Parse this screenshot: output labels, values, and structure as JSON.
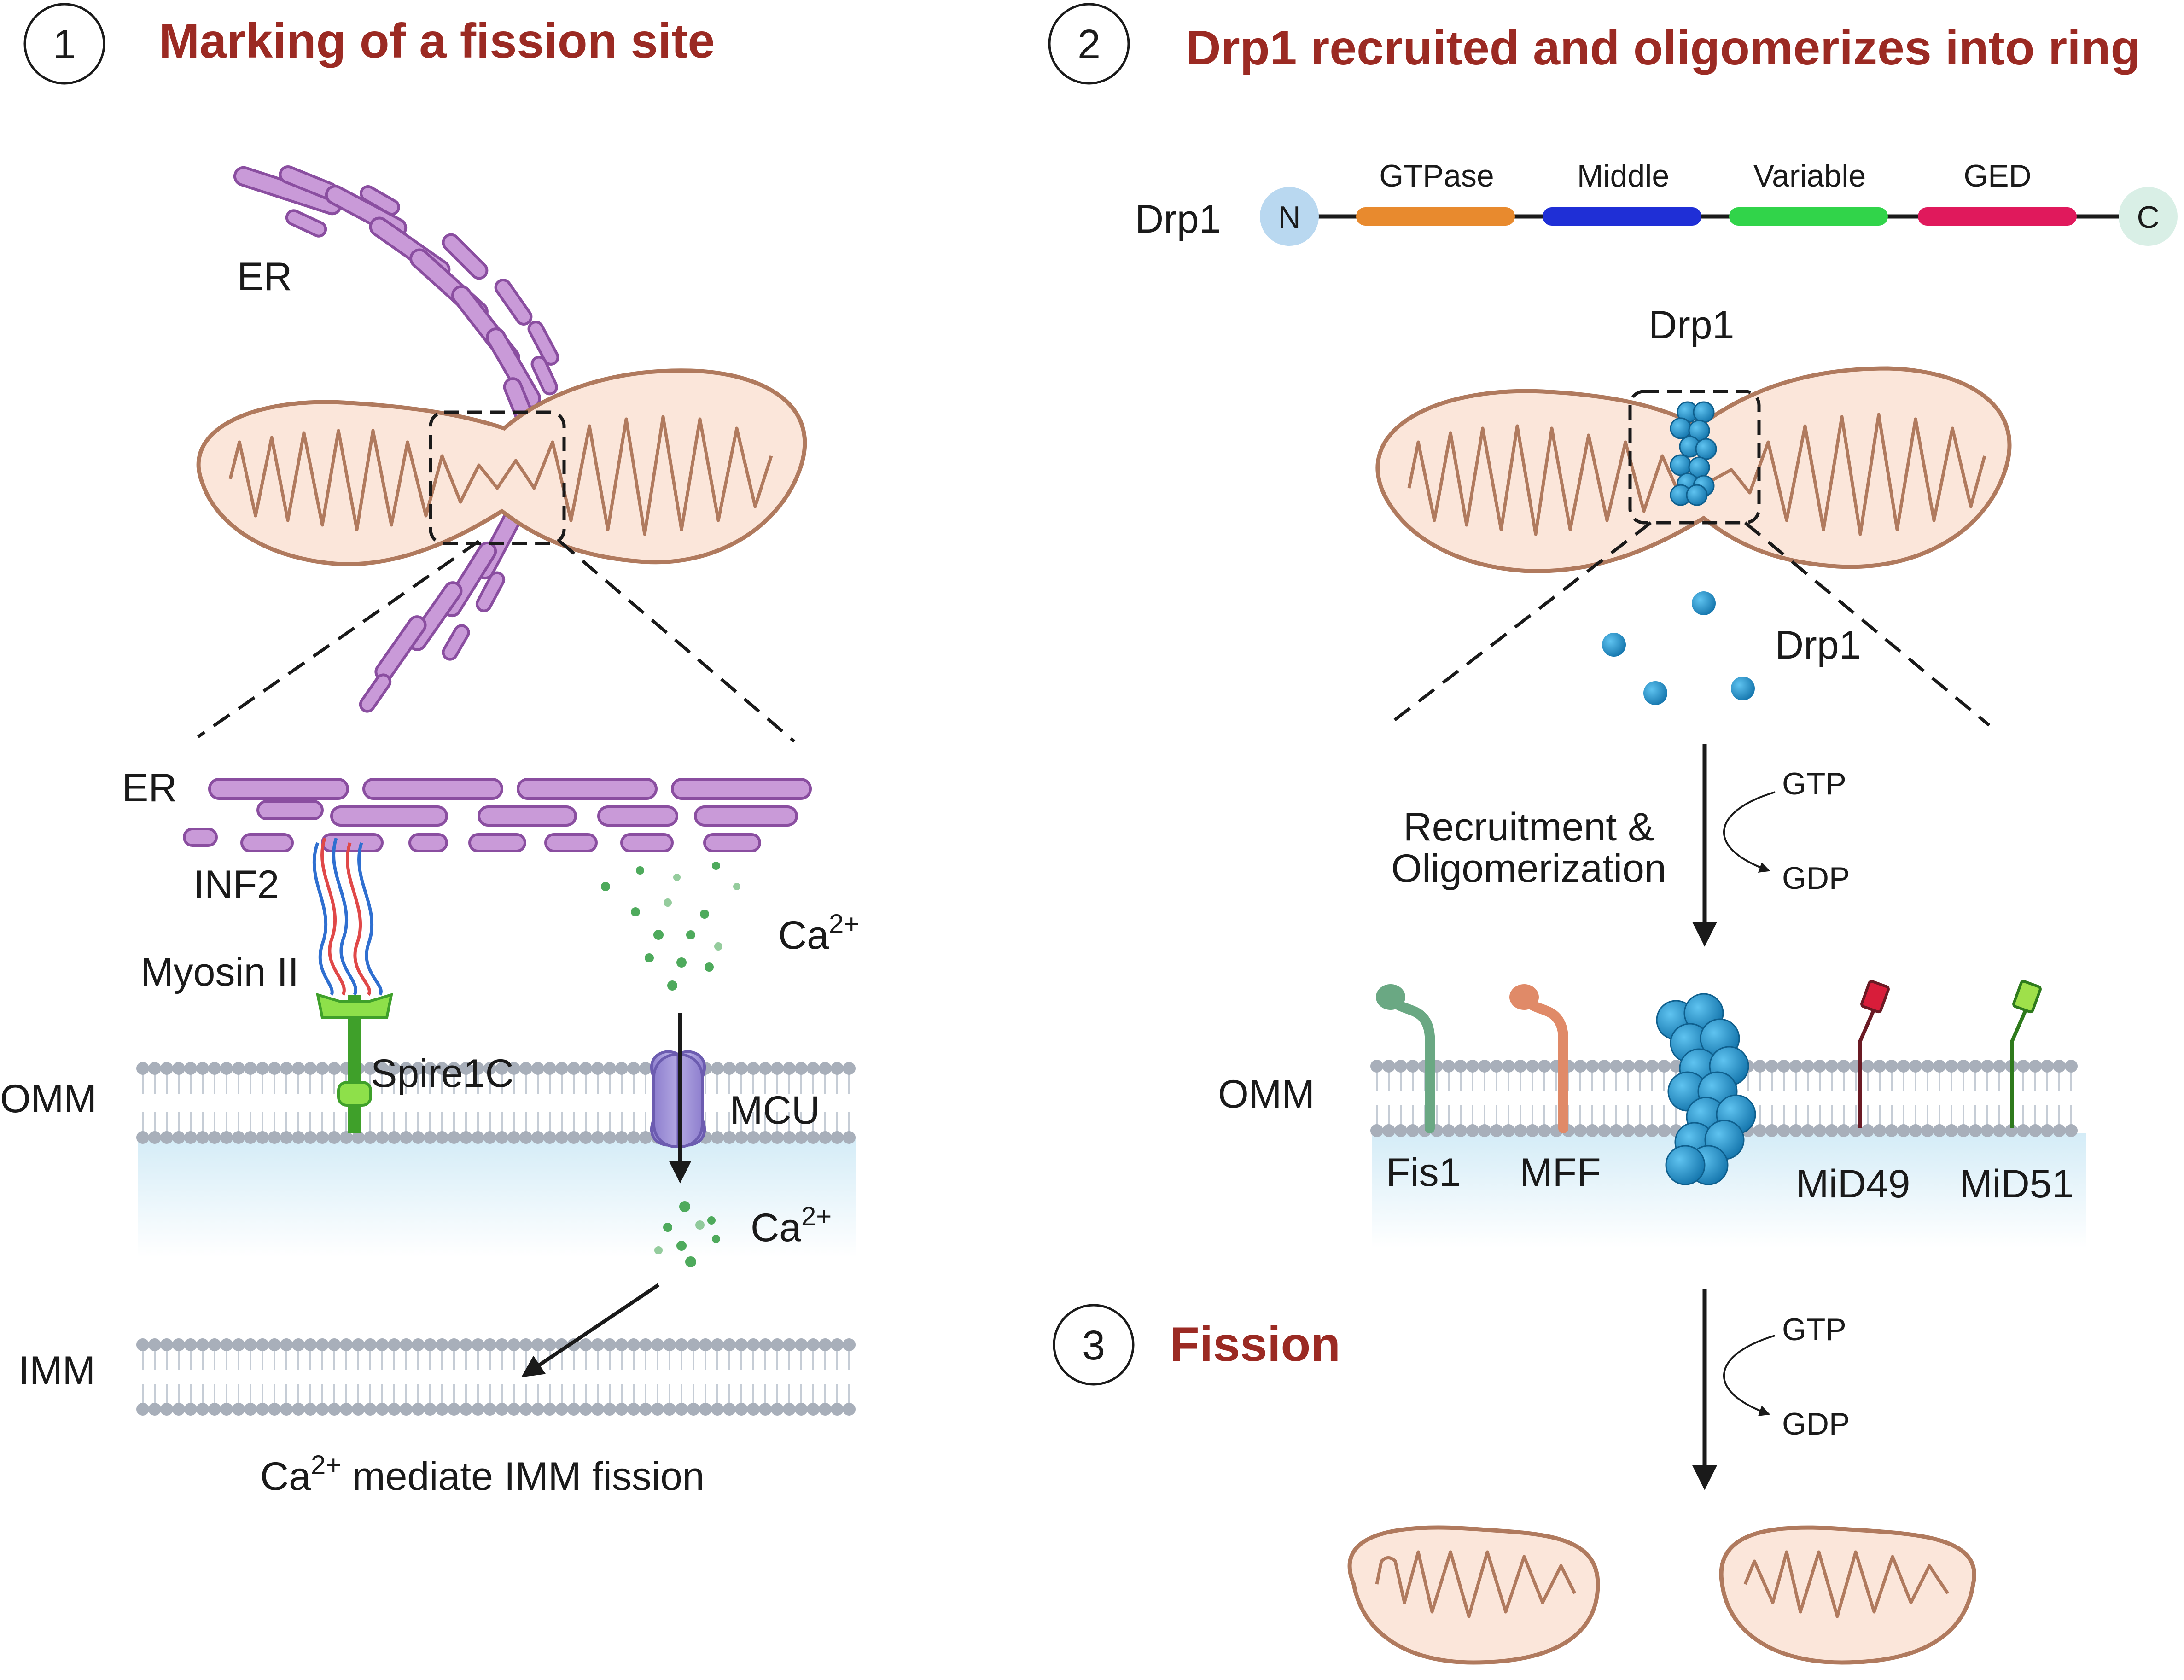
{
  "colors": {
    "title": "#9b2a23",
    "mito_fill": "#fbe6da",
    "mito_stroke": "#b07a5e",
    "er": "#c99ad8",
    "er_stroke": "#8a4ea0",
    "membrane_head": "#a8afba",
    "membrane_tail": "#c6cdd6",
    "drp1": "#1b8fca",
    "calcium": "#4eaa5c",
    "gtpase": "#e88a2e",
    "middle": "#1f2fd6",
    "variable": "#31d44a",
    "ged": "#e0195c",
    "n_term": "#b9d8f0",
    "c_term": "#d9efe6"
  },
  "panel1": {
    "step": "1",
    "title": "Marking of a fission site",
    "er_top": "ER",
    "er_zoom": "ER",
    "inf2": "INF2",
    "myosin": "Myosin II",
    "spire": "Spire1C",
    "ca_top_base": "Ca",
    "ca_top_sup": "2+",
    "omm": "OMM",
    "mcu": "MCU",
    "ca_mid_base": "Ca",
    "ca_mid_sup": "2+",
    "imm": "IMM",
    "caption_base": "Ca",
    "caption_sup": "2+",
    "caption_rest": " mediate IMM fission"
  },
  "panel2": {
    "step": "2",
    "title": "Drp1  recruited and oligomerizes into ring",
    "protein": "Drp1",
    "n_term": "N",
    "c_term": "C",
    "domains": [
      "GTPase",
      "Middle",
      "Variable",
      "GED"
    ],
    "drp1_ring": "Drp1",
    "drp1_free": "Drp1",
    "recruit_line1": "Recruitment &",
    "recruit_line2": "Oligomerization",
    "gtp": "GTP",
    "gdp": "GDP",
    "omm": "OMM",
    "receptors": [
      "Fis1",
      "MFF",
      "MiD49",
      "MiD51"
    ]
  },
  "panel3": {
    "step": "3",
    "title": "Fission",
    "gtp": "GTP",
    "gdp": "GDP"
  }
}
